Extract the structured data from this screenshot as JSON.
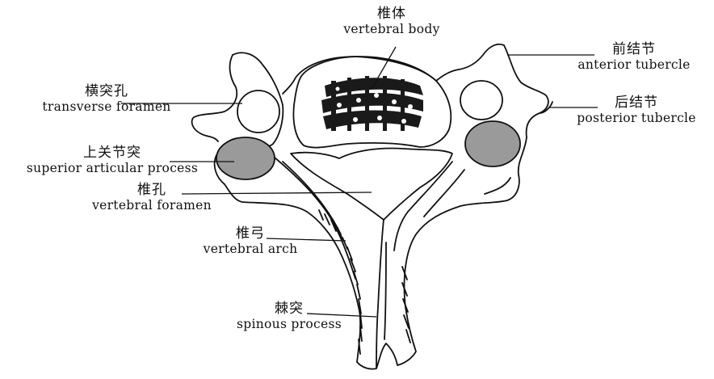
{
  "labels": {
    "vertebral_body": {
      "zh": "椎体",
      "en": "vertebral body"
    },
    "anterior_tubercle": {
      "zh": "前结节",
      "en": "anterior tubercle"
    },
    "transverse_foramen": {
      "zh": "横突孔",
      "en": "transverse foramen"
    },
    "posterior_tubercle": {
      "zh": "后结节",
      "en": "posterior tubercle"
    },
    "superior_articular_process": {
      "zh": "上关节突",
      "en": "superior articular process"
    },
    "vertebral_foramen": {
      "zh": "椎孔",
      "en": "vertebral foramen"
    },
    "vertebral_arch": {
      "zh": "椎弓",
      "en": "vertebral arch"
    },
    "spinous_process": {
      "zh": "棘突",
      "en": "spinous process"
    }
  },
  "colors": {
    "line": "#111111",
    "bone_fill": "#ffffff",
    "articular_facet": "#9a9a9a",
    "cancellous_bone": "#1a1a1a"
  }
}
